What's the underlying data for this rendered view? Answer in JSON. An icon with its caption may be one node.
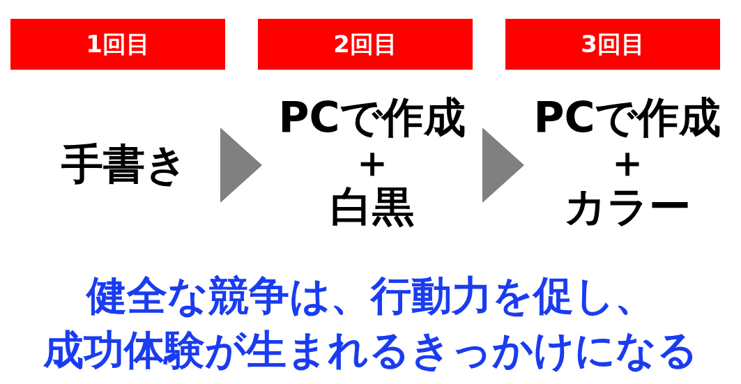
{
  "diagram": {
    "nodes": [
      {
        "text": [
          "1回目"
        ]
      },
      {
        "text": [
          "2回目"
        ]
      },
      {
        "text": [
          "3回目"
        ]
      },
      {
        "text": [
          "手書き"
        ]
      },
      {
        "text": [
          "PCで作成",
          "＋",
          "白黒"
        ]
      },
      {
        "text": [
          "PCで作成",
          "＋",
          "カラー"
        ]
      }
    ],
    "edges": [
      {
        "from": 3,
        "to": 4,
        "arrow": "to"
      },
      {
        "from": 4,
        "to": 5,
        "arrow": "to"
      }
    ],
    "labels": [
      "健全な競争は、行動力を促し、",
      "成功体験が生まれるきっかけになる"
    ]
  }
}
